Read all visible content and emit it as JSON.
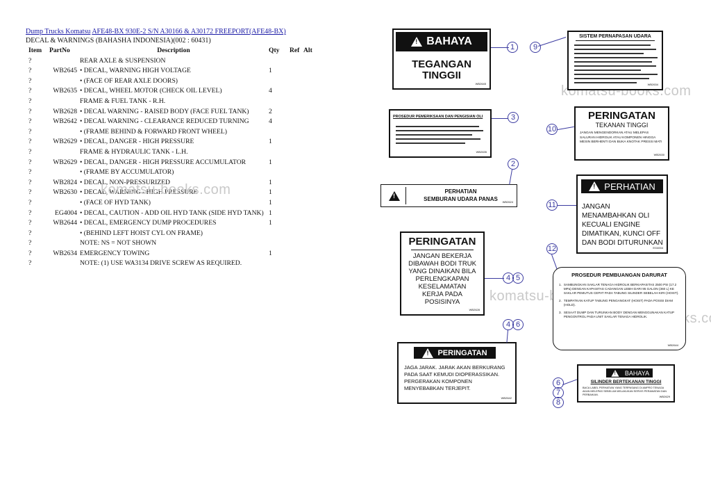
{
  "breadcrumb": {
    "link1": "Dump Trucks Komatsu",
    "link2": "AFE48-BX 930E-2 S/N A30166 & A30172 FREEPORT(AFE48-BX)"
  },
  "subtitle": "DECAL & WARNINGS (BAHASHA INDONESIA)(002 : 60431)",
  "table": {
    "headers": {
      "item": "Item",
      "part": "PartNo",
      "desc": "Description",
      "qty": "Qty",
      "ref": "Ref",
      "alt": "Alt"
    },
    "rows": [
      {
        "item": "?",
        "part": "",
        "desc": "REAR AXLE & SUSPENSION",
        "qty": ""
      },
      {
        "item": "?",
        "part": "WB2645",
        "desc": "• DECAL, WARNING HIGH VOLTAGE",
        "qty": "1"
      },
      {
        "item": "?",
        "part": "",
        "desc": "• (FACE OF REAR AXLE DOORS)",
        "qty": ""
      },
      {
        "item": "?",
        "part": "WB2635",
        "desc": "• DECAL, WHEEL MOTOR (CHECK OIL LEVEL)",
        "qty": "4"
      },
      {
        "item": "?",
        "part": "",
        "desc": "FRAME & FUEL TANK - R.H.",
        "qty": ""
      },
      {
        "item": "?",
        "part": "WB2628",
        "desc": "• DECAL WARNING - RAISED BODY (FACE FUEL TANK)",
        "qty": "2"
      },
      {
        "item": "?",
        "part": "WB2642",
        "desc": "• DECAL WARNING - CLEARANCE REDUCED TURNING",
        "qty": "4"
      },
      {
        "item": "?",
        "part": "",
        "desc": "• (FRAME BEHIND & FORWARD FRONT WHEEL)",
        "qty": ""
      },
      {
        "item": "?",
        "part": "WB2629",
        "desc": "• DECAL, DANGER - HIGH PRESSURE",
        "qty": "1"
      },
      {
        "item": "?",
        "part": "",
        "desc": "FRAME & HYDRAULIC TANK - L.H.",
        "qty": ""
      },
      {
        "item": "?",
        "part": "WB2629",
        "desc": "• DECAL, DANGER - HIGH PRESSURE ACCUMULATOR",
        "qty": "1"
      },
      {
        "item": "?",
        "part": "",
        "desc": "• (FRAME BY ACCUMULATOR)",
        "qty": ""
      },
      {
        "item": "?",
        "part": "WB2824",
        "desc": "• DECAL, NON-PRESSURIZED",
        "qty": "1"
      },
      {
        "item": "?",
        "part": "WB2630",
        "desc": "• DECAL, WARNING - HIGH PRESSURE",
        "qty": "1"
      },
      {
        "item": "?",
        "part": "",
        "desc": "• (FACE OF HYD TANK)",
        "qty": "1"
      },
      {
        "item": "?",
        "part": "EG4004",
        "desc": "• DECAL, CAUTION - ADD OIL HYD TANK (SIDE HYD TANK)",
        "qty": "1"
      },
      {
        "item": "?",
        "part": "WB2644",
        "desc": "• DECAL, EMERGENCY DUMP PROCEDURES",
        "qty": "1"
      },
      {
        "item": "?",
        "part": "",
        "desc": "• (BEHIND LEFT HOIST CYL ON FRAME)",
        "qty": ""
      },
      {
        "item": "?",
        "part": "",
        "desc": "NOTE: NS = NOT SHOWN",
        "qty": ""
      },
      {
        "item": "?",
        "part": "WB2634",
        "desc": "EMERGENCY TOWING",
        "qty": "1"
      },
      {
        "item": "?",
        "part": "",
        "desc": "NOTE: (1) USE WA3134 DRIVE SCREW AS REQUIRED.",
        "qty": ""
      }
    ]
  },
  "watermarks": [
    "komatsu-books.com",
    "komatsu-books.com",
    "komatsu-books",
    "komatsu-books.com"
  ],
  "decals": {
    "d1": {
      "header": "BAHAYA",
      "line1": "TEGANGAN",
      "line2": "TINGGII",
      "code": "WB2645"
    },
    "d9": {
      "title": "SISTEM PERNAPASAN UDARA",
      "code": "WB2634"
    },
    "d3": {
      "title": "PROSEDUR PEMERIKSAAN DAN PENGISIAN OLI",
      "code": "WB2635"
    },
    "d10": {
      "title": "PERINGATAN",
      "subtitle": "TEKANAN TINGGI",
      "text": "JANGAN MENGENDORKAN ATAU MELEPAS SALURAN HIDROLIK ATAU KOMPONEN HINGGA MESIN BERHENTI DAN BUKA KNOTAK PRESSI MATI",
      "code": "WB2630"
    },
    "d2": {
      "header": "PERHATIAN",
      "text": "SEMBURAN UDARA PANAS",
      "code": "WB2624"
    },
    "d11": {
      "header": "PERHATIAN",
      "text": "JANGAN MENAMBAHKAN OLI KECUALI ENGINE DIMATIKAN, KUNCI OFF DAN BODI DITURUNKAN",
      "code": "EG4004"
    },
    "d45": {
      "title": "PERINGATAN",
      "text": "JANGAN BEKERJA DIBAWAH BODI TRUK YANG DINAIKAN BILA PERLENGKAPAN KESELAMATAN KERJA PADA POSISINYA",
      "code": "WB2628"
    },
    "d12": {
      "title": "PROSEDUR PEMBUANGAN DARURAT",
      "item1": "SAMBUNGKAN SAKLAR TENAGA HIDROLIK BERKAPASITAS 2500 PSI (17.2 MPa) DENGAN KAPASITAS CADANGAN LEBIH DARI 95 GALON (360 L) KE SAKLAR PEMUTUS CEPAT PADA TABUNG SILINDER SEBELAH KIRI (HOIST).",
      "item2": "TEMPATKAN KATUP TABUNG PENGANGKAT (HOIST) PADA POSISI DIAM (HOLD).",
      "item3": "SESAAT DUMP DAN TURUNKAN BODY DENGAN MENGGUNAKAN KATUP PENGONTROL PADA UNIT SAKLAR TENAGA HIDROLIK.",
      "code": "WB2644"
    },
    "d46": {
      "header": "PERINGATAN",
      "text": "JAGA JARAK. JARAK AKAN BERKURANG PADA SAAT KEMUDI DIOPERASSIKAN. PERGERAKAN KOMPONEN MENYEBABKAN TERJEPIT.",
      "code": "WB2642"
    },
    "d67": {
      "header": "BAHAYA",
      "subtitle": "SILINDER BERTEKANAN TINGGI",
      "text": "BACA LABEL PERHATIAN YANG TERPASANG DI AMPRO TENAGA AKAN MELEPAS SEBELUM MELAKUKAN SERVIS PERAWATAN DAN PERBAIKAN.",
      "code": "WB2629"
    }
  },
  "callouts": [
    "1",
    "9",
    "3",
    "10",
    "2",
    "11",
    "12",
    "4",
    "5",
    "4",
    "6",
    "6",
    "7",
    "8"
  ]
}
